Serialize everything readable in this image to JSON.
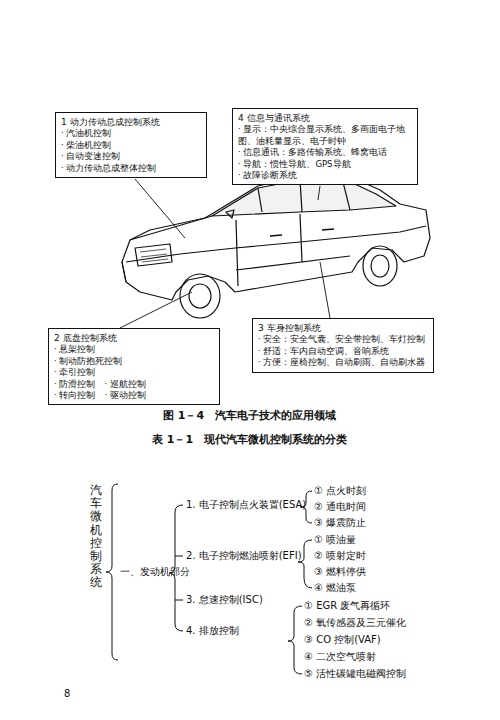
{
  "diagram": {
    "title": "表 1－1　现代汽车微机控制系统的分类",
    "caption": "图 1－4　汽车电子技术的应用领域",
    "nodes": [
      {
        "text": [
          "1 动力传动总成控制系统",
          "· 汽油机控制",
          "· 柴油机控制",
          "· 自动变速控制",
          "· 动力传动总成整体控制"
        ]
      },
      {
        "text": [
          "4 信息与通讯系统",
          "· 显示：中央综合显示系统、多画面电子地图、油耗量显示、电子时钟",
          "· 信息通讯：多路传输系统、蜂窝电话",
          "· 导航：惯性导航、GPS导航",
          "· 故障诊断系统"
        ]
      },
      {
        "text": [
          "2 底盘控制系统",
          "· 悬架控制",
          "· 制动防抱死控制",
          "· 牵引控制",
          "· 防滑控制　· 巡航控制",
          "· 转向控制　· 驱动控制"
        ]
      },
      {
        "text": [
          "3 车身控制系统",
          "· 安全：安全气囊、安全带控制、车灯控制",
          "· 舒适：车内自动空调、音响系统",
          "· 方便：座椅控制、自动刷雨、自动刷水器"
        ]
      }
    ],
    "labels": [
      "汽车微机控制系统",
      "一、发动机部分",
      "1. 电子控制点火装置(ESA)",
      "① 点火时刻",
      "② 通电时间",
      "③ 爆震防止",
      "2. 电子控制燃油喷射(EFI)",
      "① 喷油量",
      "② 喷射定时",
      "③ 燃料停供",
      "④ 燃油泵",
      "3. 怠速控制(ISC)",
      "4. 排放控制",
      "① EGR 废气再循环",
      "② 氧传感器及三元催化",
      "③ CO 控制(VAF)",
      "④ 二次空气喷射",
      "⑤ 活性碳罐电磁阀控制",
      "8"
    ]
  }
}
